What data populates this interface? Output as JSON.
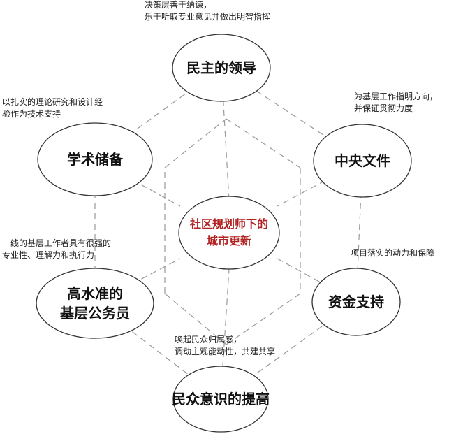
{
  "center": {
    "line1": "社区规划师下的",
    "line2": "城市更新"
  },
  "nodes": {
    "top": {
      "label": "民主的领导"
    },
    "top_left": {
      "label": "学术储备"
    },
    "top_right": {
      "label": "中央文件"
    },
    "bottom_left": {
      "line1": "高水准的",
      "line2": "基层公务员"
    },
    "bottom_right": {
      "label": "资金支持"
    },
    "bottom": {
      "label": "民众意识的提高"
    }
  },
  "notes": {
    "top": {
      "line1": "决策层善于纳谏，",
      "line2": "乐于听取专业意见并做出明智指挥"
    },
    "top_left": {
      "line1": "以扎实的理论研究和设计经",
      "line2": "验作为技术支持"
    },
    "top_right": {
      "line1": "为基层工作指明方向，",
      "line2": "并保证贯彻力度"
    },
    "bottom_left": {
      "line1": "一线的基层工作者具有很强的",
      "line2": "专业性、理解力和执行力"
    },
    "bottom_right": {
      "line1": "项目落实的动力和保障"
    },
    "bottom": {
      "line1": "唤起民众归属感，",
      "line2": "调动主观能动性，共建共享"
    }
  },
  "colors": {
    "center_text": "#b22222",
    "line": "#9a9a9a",
    "ellipse_stroke": "#333333"
  }
}
